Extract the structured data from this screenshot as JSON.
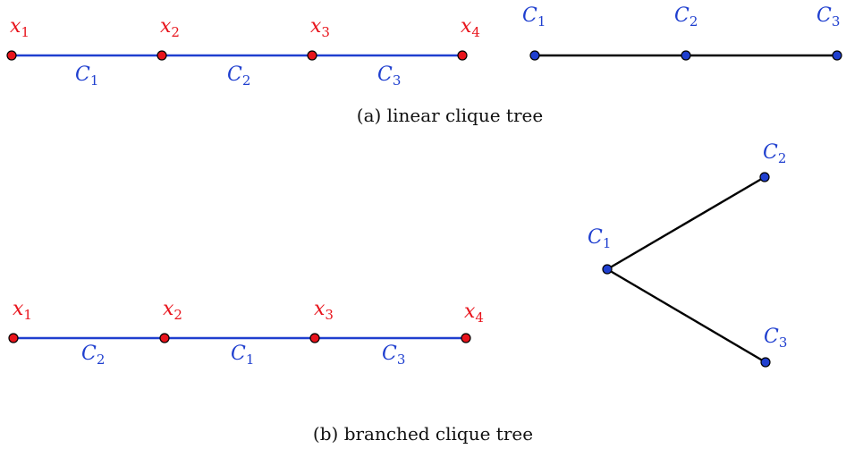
{
  "colors": {
    "point": "#e8141c",
    "point_label": "#e8141c",
    "interval_line": "#1f3fcf",
    "interval_label": "#1f3fcf",
    "clique_node": "#1f3fcf",
    "tree_edge": "#000000",
    "caption": "#111111"
  },
  "panels": [
    {
      "id": "a",
      "caption": "(a) linear clique tree",
      "points": [
        {
          "var": "x",
          "sub": "1"
        },
        {
          "var": "x",
          "sub": "2"
        },
        {
          "var": "x",
          "sub": "3"
        },
        {
          "var": "x",
          "sub": "4"
        }
      ],
      "intervals": [
        {
          "var": "C",
          "sub": "1"
        },
        {
          "var": "C",
          "sub": "2"
        },
        {
          "var": "C",
          "sub": "3"
        }
      ],
      "tree_nodes": [
        {
          "var": "C",
          "sub": "1"
        },
        {
          "var": "C",
          "sub": "2"
        },
        {
          "var": "C",
          "sub": "3"
        }
      ],
      "tree_edges": [
        [
          "C1",
          "C2"
        ],
        [
          "C2",
          "C3"
        ]
      ]
    },
    {
      "id": "b",
      "caption": "(b) branched clique tree",
      "points": [
        {
          "var": "x",
          "sub": "1"
        },
        {
          "var": "x",
          "sub": "2"
        },
        {
          "var": "x",
          "sub": "3"
        },
        {
          "var": "x",
          "sub": "4"
        }
      ],
      "intervals": [
        {
          "var": "C",
          "sub": "2"
        },
        {
          "var": "C",
          "sub": "1"
        },
        {
          "var": "C",
          "sub": "3"
        }
      ],
      "tree_nodes": [
        {
          "var": "C",
          "sub": "1"
        },
        {
          "var": "C",
          "sub": "2"
        },
        {
          "var": "C",
          "sub": "3"
        }
      ],
      "tree_edges": [
        [
          "C1",
          "C2"
        ],
        [
          "C1",
          "C3"
        ]
      ]
    }
  ]
}
